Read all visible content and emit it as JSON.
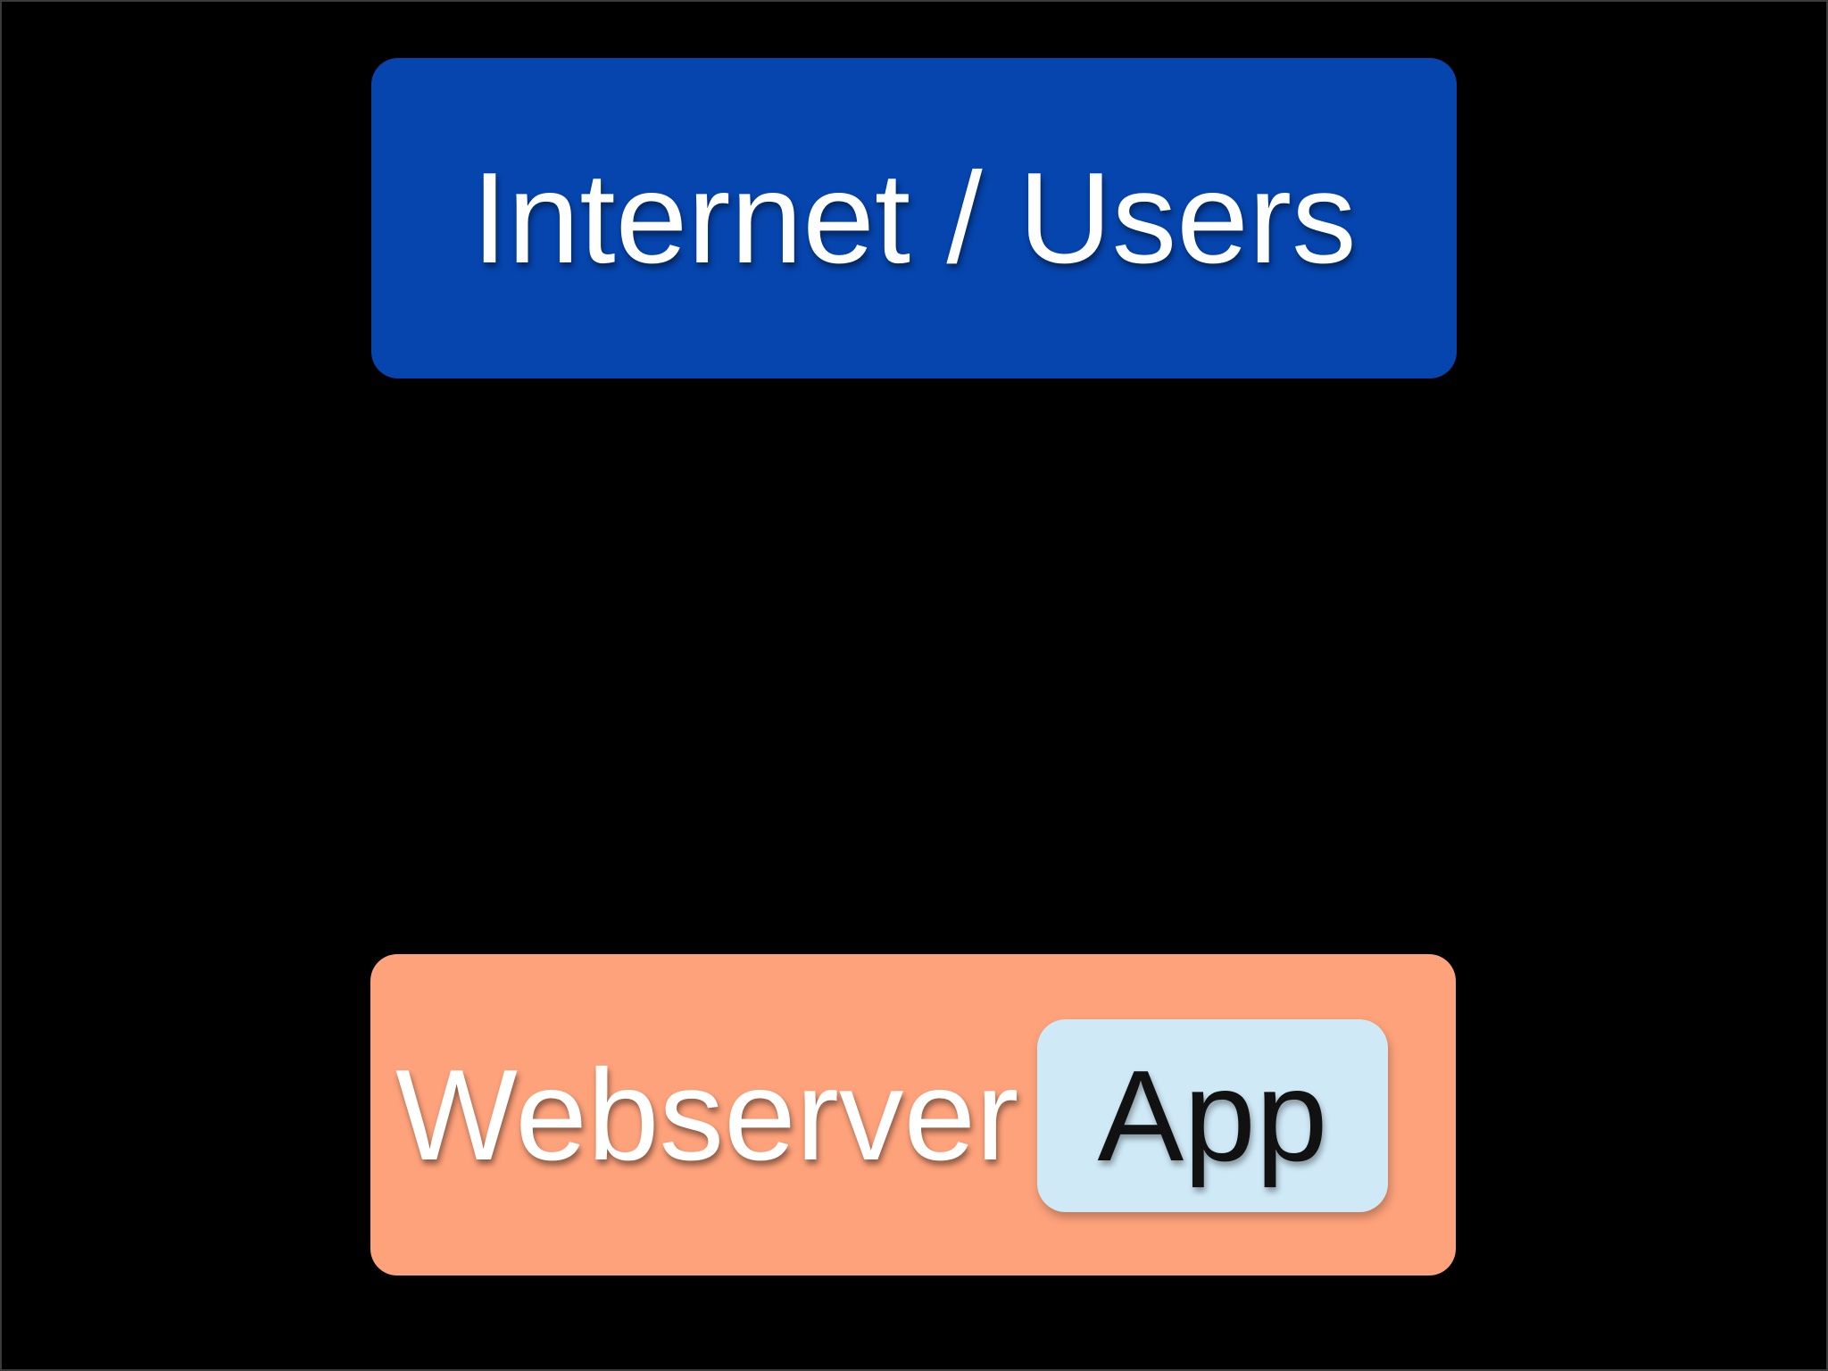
{
  "canvas": {
    "background_color": "#000000",
    "frame_line_color": "#3a3a3a"
  },
  "diagram": {
    "nodes": {
      "internet": {
        "label": "Internet / Users",
        "fill_color": "#0645AD",
        "text_color": "#FFFFFF"
      },
      "webserver": {
        "label": "Webserver",
        "fill_color": "#FEA27B",
        "text_color": "#FFFFFF"
      },
      "app": {
        "label": "App",
        "fill_color": "#CFE9F7",
        "text_color": "#111111"
      }
    }
  }
}
